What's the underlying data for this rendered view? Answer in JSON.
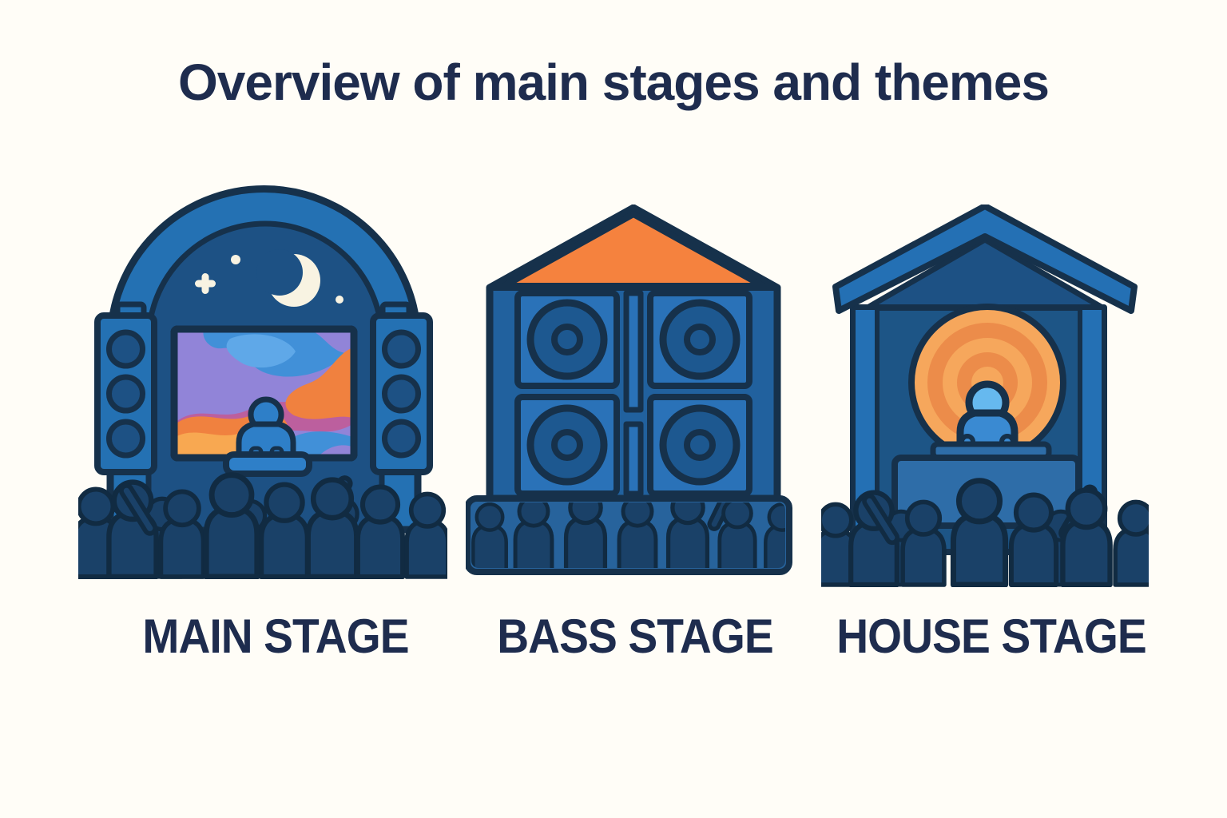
{
  "title": "Overview of main stages and themes",
  "stages": [
    {
      "id": "main-stage",
      "label": "MAIN STAGE",
      "scene": [
        "arched-stage",
        "night-sky",
        "crescent-moon-icon",
        "star-icons",
        "speaker-towers",
        "psychedelic-led-screen",
        "dj-silhouette",
        "crowd-silhouettes"
      ]
    },
    {
      "id": "bass-stage",
      "label": "BASS STAGE",
      "scene": [
        "house-frame",
        "orange-gable-roof",
        "speaker-wall-2x2",
        "crowd-platform",
        "crowd-silhouettes"
      ]
    },
    {
      "id": "house-stage",
      "label": "HOUSE STAGE",
      "scene": [
        "gabled-roof-with-overhang",
        "orange-sound-halo",
        "dj-at-booth",
        "crowd-silhouettes"
      ]
    }
  ],
  "colors": {
    "bg": "#fffdf7",
    "ink": "#1e2c4e",
    "outline": "#16314b",
    "arch-blue": "#2471b3",
    "sky-blue": "#1d5184",
    "panel-blue": "#2a72b8",
    "wall-blue": "#21619e",
    "platform-blue": "#27639c",
    "speaker-dark": "#1d5890",
    "roof-orange": "#f5823e",
    "glow-light": "#f6a75c",
    "glow-dark": "#ec8c4a",
    "moon-cream": "#f8f3e2",
    "crowd-fill": "#1a4168",
    "crowd-outline": "#112b42",
    "dj-blue": "#2e7fc8",
    "dj-head-light": "#66b9ef",
    "dj-body-blue": "#3a8ad2",
    "house-wall": "#1d5586",
    "house-post": "#2470b4",
    "table-blue": "#2e6da8",
    "screen-blue": "#4190d8",
    "screen-blue-light": "#5fa8e8",
    "screen-purple": "#9184d8",
    "screen-magenta": "#bc5f9e",
    "screen-orange": "#f0813f",
    "screen-orange-light": "#f8a851"
  }
}
